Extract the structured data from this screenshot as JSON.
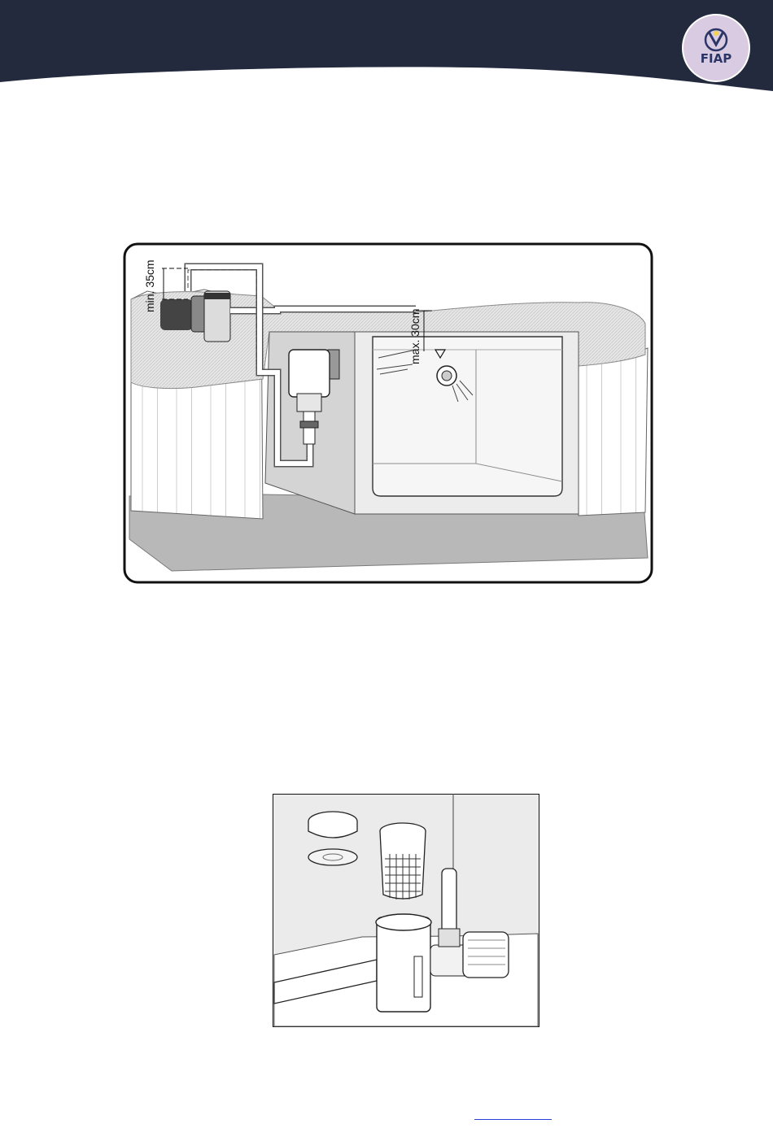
{
  "brand": {
    "logo_text": "FIAP",
    "header_color": "#232a3e",
    "logo_bg": "#d9cbe2"
  },
  "figure1": {
    "label_min": "min. 35cm",
    "label_max": "max. 30cm"
  },
  "figure2": {}
}
